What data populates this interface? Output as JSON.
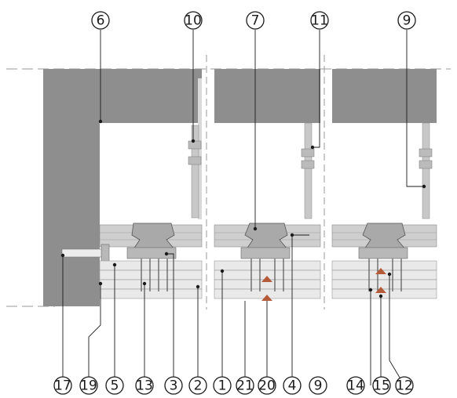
{
  "diagram": {
    "top_callouts": [
      "6",
      "10",
      "7",
      "11",
      "9"
    ],
    "right_callout": "9",
    "bottom_callouts": [
      "17",
      "19",
      "5",
      "13",
      "3",
      "2",
      "1",
      "21",
      "20",
      "4",
      "9",
      "14",
      "15",
      "12"
    ],
    "colors": {
      "concrete": "#8e8e8e",
      "bracket": "#a9a9a9",
      "channel": "#cfcfcf",
      "board": "#e9e9e9",
      "accent_red": "#b55b3a",
      "line": "#1a1a1a"
    }
  }
}
